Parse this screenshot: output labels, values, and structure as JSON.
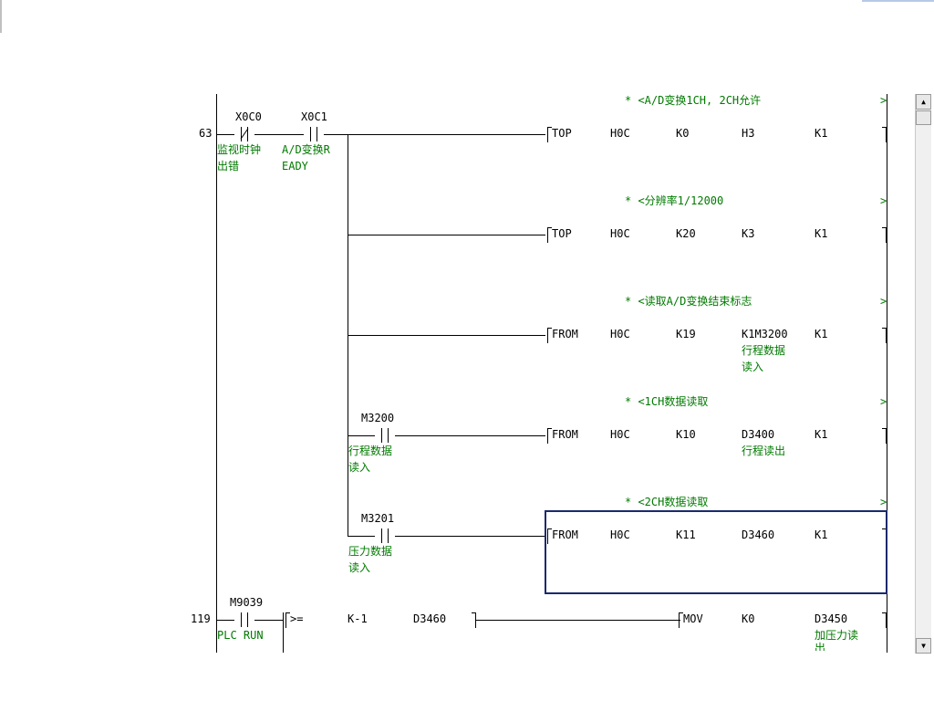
{
  "app": {
    "title": "GX Developer - 梯形图"
  },
  "comments": [
    "* <A/D变换1CH, 2CH允许",
    "* <分辨率1/12000",
    "* <读取A/D变换结束标志",
    "* <1CH数据读取",
    "* <2CH数据读取"
  ],
  "comment_ends": [
    ">",
    ">",
    ">",
    ">",
    ">"
  ],
  "rung63": {
    "step": "63",
    "contact1": {
      "device": "X0C0",
      "comment_line1": "监视时钟",
      "comment_line2": "出错"
    },
    "contact2": {
      "device": "X0C1",
      "comment_line1": "A/D变换R",
      "comment_line2": "EADY"
    }
  },
  "branch_contacts": [
    {
      "device": "M3200",
      "comment_line1": "行程数据",
      "comment_line2": "读入"
    },
    {
      "device": "M3201",
      "comment_line1": "压力数据",
      "comment_line2": "读入"
    }
  ],
  "instructions": [
    {
      "op": "TOP",
      "a1": "H0C",
      "a2": "K0",
      "a3": "H3",
      "a4": "K1",
      "c1": "",
      "c2": ""
    },
    {
      "op": "TOP",
      "a1": "H0C",
      "a2": "K20",
      "a3": "K3",
      "a4": "K1",
      "c1": "",
      "c2": ""
    },
    {
      "op": "FROM",
      "a1": "H0C",
      "a2": "K19",
      "a3": "K1M3200",
      "a4": "K1",
      "c1": "行程数据",
      "c2": "读入"
    },
    {
      "op": "FROM",
      "a1": "H0C",
      "a2": "K10",
      "a3": "D3400",
      "a4": "K1",
      "c1": "行程读出",
      "c2": ""
    },
    {
      "op": "FROM",
      "a1": "H0C",
      "a2": "K11",
      "a3": "D3460",
      "a4": "K1",
      "c1": "",
      "c2": ""
    }
  ],
  "rung119": {
    "step": "119",
    "contact": {
      "device": "M9039",
      "comment": "PLC RUN"
    },
    "compare": {
      "op": ">=",
      "a1": "K-1",
      "a2": "D3460"
    },
    "mov": {
      "op": "MOV",
      "src": "K0",
      "dst": "D3450",
      "c1": "加压力读",
      "c2": "出"
    }
  },
  "right_bracket": "]",
  "scrollbar": {
    "up_arrow": "▲",
    "down_arrow": "▼"
  }
}
